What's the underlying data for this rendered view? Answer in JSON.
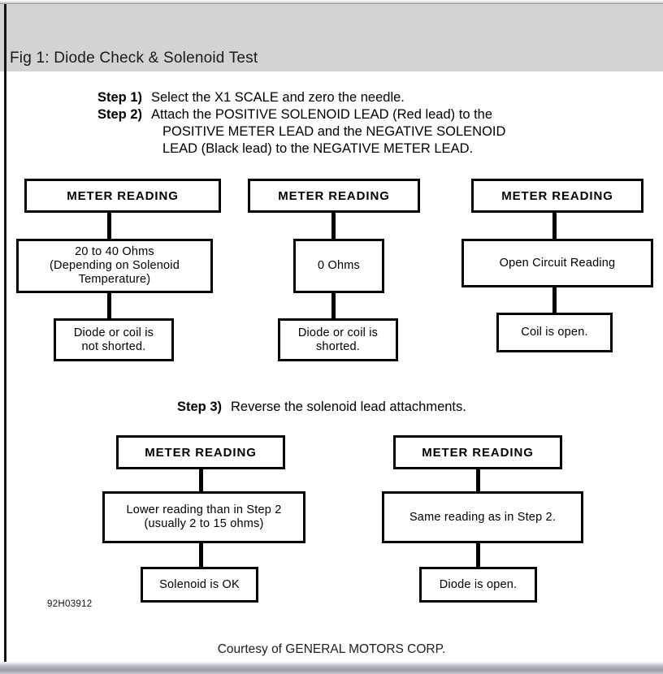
{
  "header": {
    "title": "Fig 1: Diode Check & Solenoid Test"
  },
  "steps": [
    {
      "label": "Step 1)",
      "lines": [
        "Select the X1 SCALE and zero the needle."
      ]
    },
    {
      "label": "Step 2)",
      "lines": [
        "Attach the POSITIVE SOLENOID LEAD (Red lead) to the",
        "POSITIVE METER LEAD and the NEGATIVE SOLENOID",
        "LEAD (Black lead) to the NEGATIVE METER LEAD."
      ]
    }
  ],
  "step3": {
    "label": "Step 3)",
    "text": "Reverse the solenoid lead attachments."
  },
  "row1": {
    "columns": [
      {
        "header": "METER READING",
        "body": [
          "20 to 40 Ohms",
          "(Depending on Solenoid",
          "Temperature)"
        ],
        "result": [
          "Diode or coil is",
          "not shorted."
        ]
      },
      {
        "header": "METER READING",
        "body": [
          "0 Ohms"
        ],
        "result": [
          "Diode or coil is",
          "shorted."
        ]
      },
      {
        "header": "METER READING",
        "body": [
          "Open Circuit Reading"
        ],
        "result": [
          "Coil is open."
        ]
      }
    ]
  },
  "row2": {
    "columns": [
      {
        "header": "METER READING",
        "body": [
          "Lower reading than in Step 2",
          "(usually 2 to 15 ohms)"
        ],
        "result": [
          "Solenoid is OK"
        ]
      },
      {
        "header": "METER READING",
        "body": [
          "Same reading as in Step 2."
        ],
        "result": [
          "Diode is open."
        ]
      }
    ]
  },
  "figure_code": "92H03912",
  "courtesy": "Courtesy of GENERAL MOTORS CORP.",
  "colors": {
    "header_band": "#d3d3d3",
    "rail": "#111111",
    "line": "#000000",
    "paper": "#ffffff"
  }
}
